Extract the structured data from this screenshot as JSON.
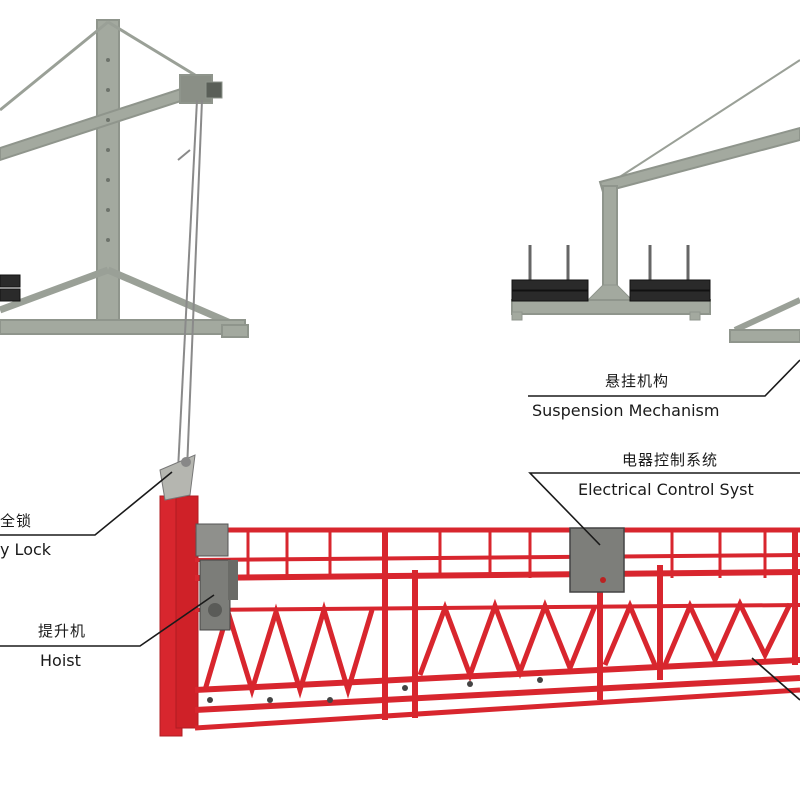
{
  "labels": {
    "suspension": {
      "cn": "悬挂机构",
      "en": "Suspension Mechanism"
    },
    "electrical": {
      "cn": "电器控制系统",
      "en": "Electrical Control Syst"
    },
    "safety_lock": {
      "cn": "全锁",
      "en": "y Lock"
    },
    "hoist": {
      "cn": "提升机",
      "en": "Hoist"
    }
  },
  "colors": {
    "frame_steel": "#9aa097",
    "platform_red": "#d8262e",
    "counterweight": "#2a2a2a",
    "leader_line": "#1a1a1a"
  }
}
